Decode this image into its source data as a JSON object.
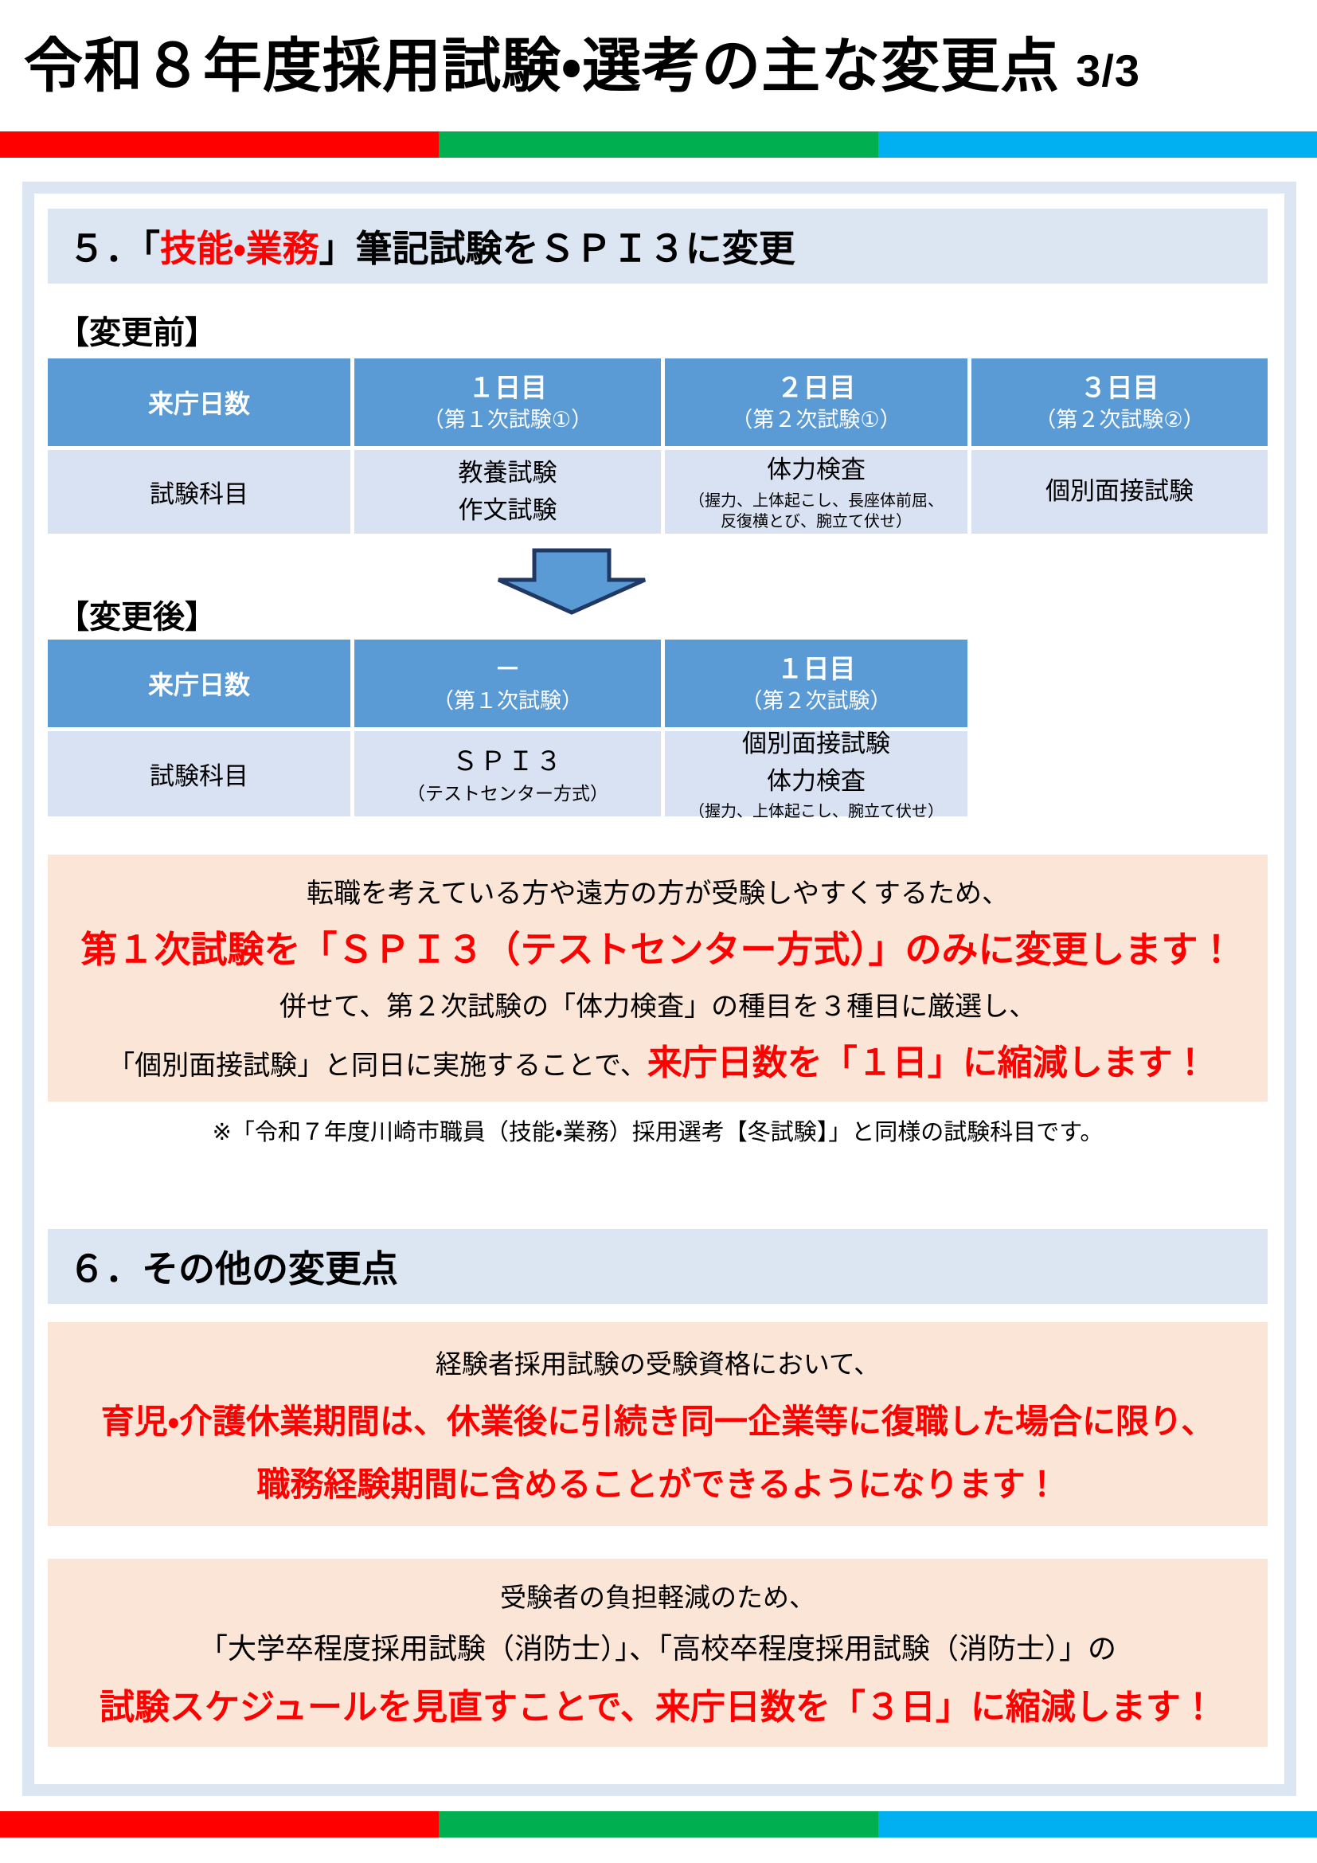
{
  "header": {
    "title": "令和８年度採用試験・選考の主な変更点",
    "page_indicator": "3/3"
  },
  "colors": {
    "bar_red": "#ff0000",
    "bar_green": "#00b050",
    "bar_blue": "#00b0f0",
    "table_header_blue": "#5b9bd5",
    "table_row_blue": "#d9e2f3",
    "panel_border_blue": "#dce6f2",
    "highlight_peach": "#fbe5d6",
    "accent_text_red": "#ff0000",
    "arrow_outline_navy": "#1f3864"
  },
  "section5": {
    "heading_prefix": "５．「",
    "heading_highlight": "技能・業務",
    "heading_suffix": "」筆記試験をＳＰＩ３に変更",
    "before_label": "【変更前】",
    "after_label": "【変更後】",
    "before_table": {
      "corner_label": "来庁日数",
      "row_label": "試験科目",
      "columns": [
        {
          "day": "１日目",
          "stage": "（第１次試験①）",
          "subject": "教養試験\n作文試験",
          "note": ""
        },
        {
          "day": "２日目",
          "stage": "（第２次試験①）",
          "subject": "体力検査",
          "note": "（握力、上体起こし、長座体前屈、\n反復横とび、腕立て伏せ）"
        },
        {
          "day": "３日目",
          "stage": "（第２次試験②）",
          "subject": "個別面接試験",
          "note": ""
        }
      ]
    },
    "after_table": {
      "corner_label": "来庁日数",
      "row_label": "試験科目",
      "columns": [
        {
          "day": "－",
          "stage": "（第１次試験）",
          "subject": "ＳＰＩ３",
          "note": "（テストセンター方式）"
        },
        {
          "day": "１日目",
          "stage": "（第２次試験）",
          "subject": "個別面接試験\n体力検査",
          "note": "（握力、上体起こし、腕立て伏せ）"
        }
      ]
    },
    "highlight_box": {
      "line1": "転職を考えている方や遠方の方が受験しやすくするため、",
      "line2": "第１次試験を「ＳＰＩ３（テストセンター方式）」のみに変更します！",
      "line3": "併せて、第２次試験の「体力検査」の種目を３種目に厳選し、",
      "line4_black": "「個別面接試験」と同日に実施することで、",
      "line4_red": "来庁日数を「１日」に縮減します！"
    },
    "footnote": "※「令和７年度川崎市職員（技能・業務）採用選考【冬試験】」と同様の試験科目です。"
  },
  "section6": {
    "heading": "６．その他の変更点",
    "box1": {
      "line1": "経験者採用試験の受験資格において、",
      "line2": "育児・介護休業期間は、休業後に引続き同一企業等に復職した場合に限り、",
      "line3": "職務経験期間に含めることができるようになります！"
    },
    "box2": {
      "line1": "受験者の負担軽減のため、",
      "line2": "「大学卒程度採用試験（消防士）」、「高校卒程度採用試験（消防士）」の",
      "line3": "試験スケジュールを見直すことで、来庁日数を「３日」に縮減します！"
    }
  }
}
